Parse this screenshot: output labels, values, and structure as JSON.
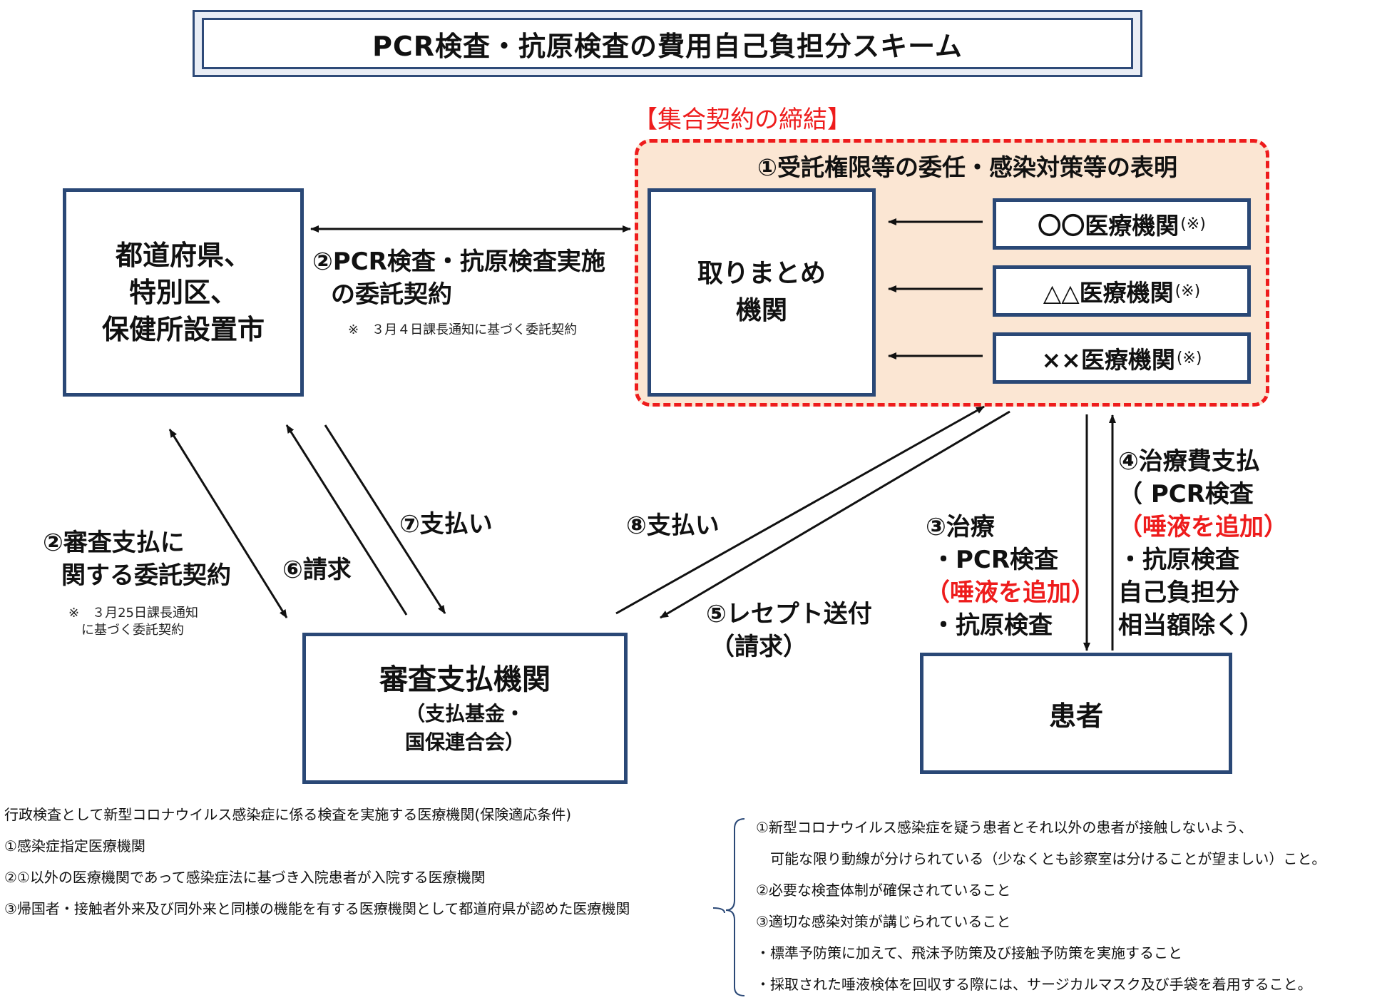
{
  "title": "PCR検査・抗原検査の費用自己負担分スキーム",
  "contract_label": "【集合契約の締結】",
  "delegation_label": "①受託権限等の委任・感染対策等の表明",
  "prefecture_box": [
    "都道府県、",
    "特別区、",
    "保健所設置市"
  ],
  "coordinator_box": [
    "取りまとめ",
    "機関"
  ],
  "institutions": [
    {
      "name": "〇〇医療機関",
      "note": "(※)"
    },
    {
      "name": "△△医療機関",
      "note": "(※)"
    },
    {
      "name": "××医療機関",
      "note": "(※)"
    }
  ],
  "review_box": {
    "title": "審査支払機関",
    "sub": [
      "（支払基金・",
      "国保連合会）"
    ]
  },
  "patient_box": "患者",
  "labels": {
    "contract_pcr": [
      "②PCR検査・抗原検査実施",
      "の委託契約"
    ],
    "contract_pcr_note": "※　３月４日課長通知に基づく委託契約",
    "review_contract": [
      "②審査支払に",
      "関する委託契約"
    ],
    "review_contract_note": [
      "※　３月25日課長通知",
      "に基づく委託契約"
    ],
    "payment7": "⑦支払い",
    "claim6": "⑥請求",
    "payment8": "⑧支払い",
    "receipt5": [
      "⑤レセプト送付",
      "（請求）"
    ],
    "treatment3": [
      "③治療",
      "・PCR検査",
      "（唾液を追加）",
      "・抗原検査"
    ],
    "fee4": [
      "④治療費支払",
      "（ PCR検査",
      "（唾液を追加）",
      "・抗原検査",
      "自己負担分",
      "相当額除く）"
    ]
  },
  "footnote_left": [
    "行政検査として新型コロナウイルス感染症に係る検査を実施する医療機関(保険適応条件)",
    "①感染症指定医療機関",
    "②①以外の医療機関であって感染症法に基づき入院患者が入院する医療機関",
    "③帰国者・接触者外来及び同外来と同様の機能を有する医療機関として都道府県が認めた医療機関"
  ],
  "footnote_right": [
    "①新型コロナウイルス感染症を疑う患者とそれ以外の患者が接触しないよう、",
    "　可能な限り動線が分けられている（少なくとも診察室は分けることが望ましい）こと。",
    "②必要な検査体制が確保されていること",
    "③適切な感染対策が講じられていること",
    "・標準予防策に加えて、飛沫予防策及び接触予防策を実施すること",
    "・採取された唾液検体を回収する際には、サージカルマスク及び手袋を着用すること。"
  ],
  "colors": {
    "box_border": "#2a4876",
    "contract_fill": "#fbe6d3",
    "contract_border": "#ee1c1c",
    "accent_red": "#ee1c1c"
  }
}
